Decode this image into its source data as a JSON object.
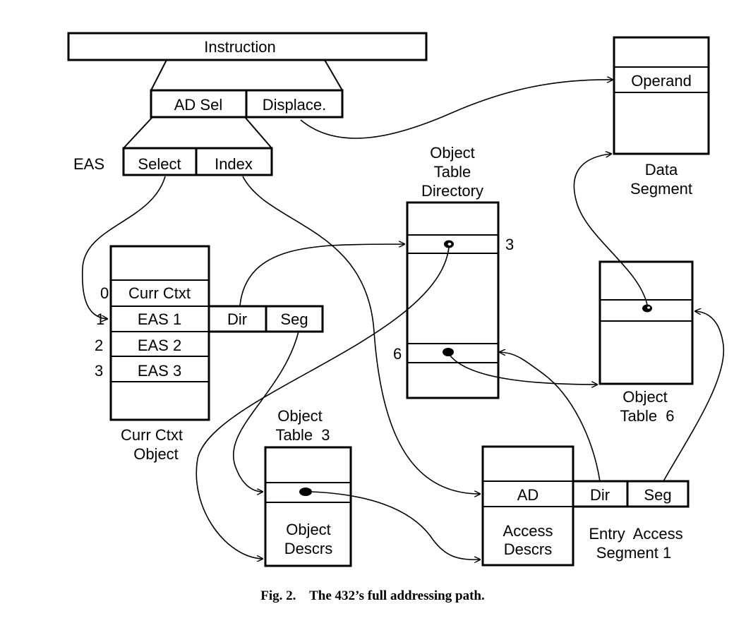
{
  "instruction": {
    "label": "Instruction",
    "ad_sel": "AD Sel",
    "displace": "Displace."
  },
  "eas": {
    "label": "EAS",
    "select": "Select",
    "index": "Index"
  },
  "data_segment": {
    "operand": "Operand",
    "title_line1": "Data",
    "title_line2": "Segment"
  },
  "object_table_directory": {
    "title_line1": "Object",
    "title_line2": "Table",
    "title_line3": "Directory",
    "entry_3": "3",
    "entry_6": "6"
  },
  "curr_ctxt_object": {
    "rows": [
      {
        "index": "0",
        "label": "Curr Ctxt"
      },
      {
        "index": "1",
        "label": "EAS 1"
      },
      {
        "index": "2",
        "label": "EAS 2"
      },
      {
        "index": "3",
        "label": "EAS 3"
      }
    ],
    "dir": "Dir",
    "seg": "Seg",
    "title_line1": "Curr Ctxt",
    "title_line2": "Object"
  },
  "object_table_6": {
    "title_line1": "Object",
    "title_line2": "Table  6"
  },
  "object_table_3": {
    "title_line1": "Object",
    "title_line2": "Table  3",
    "body_line1": "Object",
    "body_line2": "Descrs"
  },
  "entry_access_segment": {
    "ad": "AD",
    "dir": "Dir",
    "seg": "Seg",
    "body_line1": "Access",
    "body_line2": "Descrs",
    "title_line1": "Entry  Access",
    "title_line2": "Segment 1"
  },
  "caption": "Fig. 2.    The 432’s full addressing path."
}
